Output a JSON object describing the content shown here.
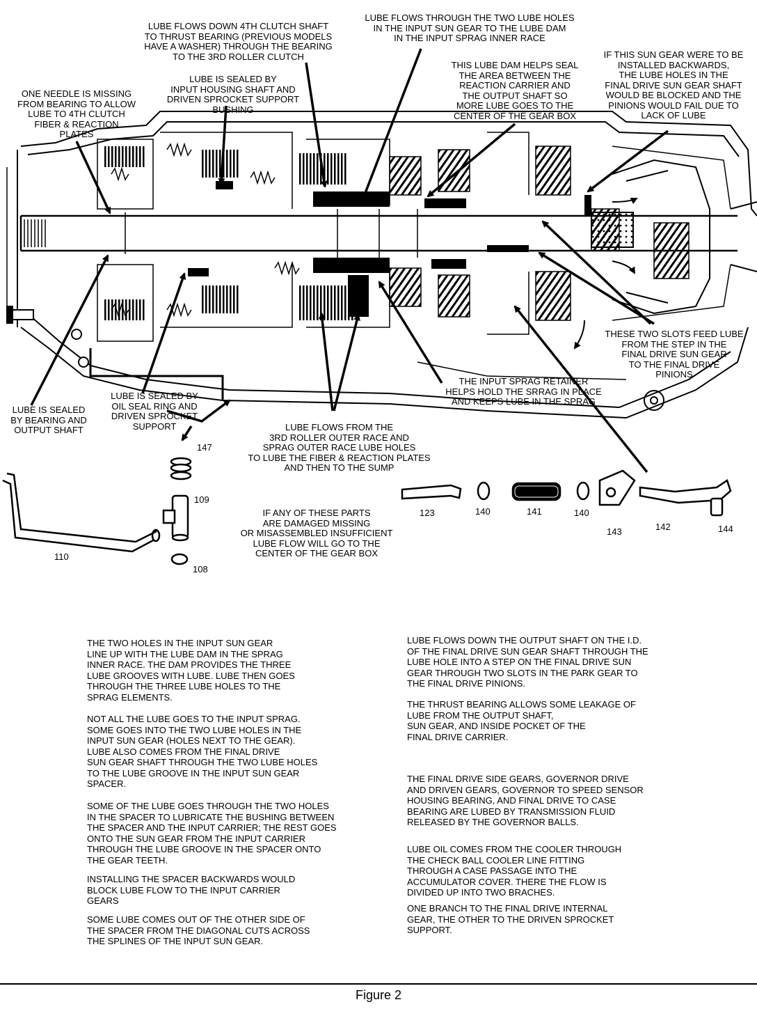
{
  "callouts": {
    "lube_4th_clutch_shaft": "LUBE FLOWS DOWN 4TH CLUTCH SHAFT\nTO THRUST BEARING (PREVIOUS MODELS\nHAVE A WASHER) THROUGH THE BEARING\nTO THE 3RD ROLLER CLUTCH",
    "lube_input_sun_gear": "LUBE FLOWS THROUGH THE TWO LUBE HOLES\nIN THE INPUT SUN GEAR TO THE LUBE DAM\nIN THE INPUT SPRAG INNER RACE",
    "sun_gear_backwards": "IF THIS SUN GEAR WERE TO BE\nINSTALLED BACKWARDS,\nTHE LUBE HOLES IN THE\nFINAL DRIVE SUN GEAR SHAFT\nWOULD BE BLOCKED AND THE\nPINIONS WOULD FAIL DUE TO\nLACK OF LUBE",
    "lube_dam_seal": "THIS LUBE DAM HELPS SEAL\nTHE AREA BETWEEN THE\nREACTION CARRIER AND\nTHE OUTPUT SHAFT SO\nMORE LUBE GOES TO THE\nCENTER OF THE GEAR BOX",
    "lube_sealed_input_housing": "LUBE IS SEALED BY\nINPUT HOUSING SHAFT AND\nDRIVEN SPROCKET SUPPORT\nBUSHING",
    "needle_missing": "ONE NEEDLE IS MISSING\nFROM BEARING TO ALLOW\nLUBE TO 4TH CLUTCH\nFIBER & REACTION\nPLATES",
    "two_slots_feed": "THESE TWO SLOTS FEED LUBE\nFROM THE STEP IN THE\nFINAL DRIVE SUN GEAR\nTO THE FINAL DRIVE\nPINIONS",
    "sprag_retainer": "THE INPUT SPRAG RETAINER\nHELPS HOLD THE SRRAG IN PLACE\nAND KEEPS LUBE IN THE SPRAG",
    "lube_sealed_bearing": "LUBE IS SEALED\nBY BEARING AND\nOUTPUT SHAFT",
    "lube_sealed_oil_seal": "LUBE IS SEALED BY\nOIL SEAL RING AND\nDRIVEN SPROCKET\nSUPPORT",
    "lube_3rd_roller": "LUBE FLOWS FROM THE\n3RD ROLLER OUTER RACE AND\nSPRAG OUTER RACE LUBE HOLES\nTO LUBE THE FIBER & REACTION PLATES\nAND THEN TO THE SUMP",
    "parts_damaged": "IF ANY OF THESE PARTS\nARE DAMAGED MISSING\nOR MISASSEMBLED INSUFFICIENT\nLUBE FLOW WILL GO TO THE\nCENTER OF THE GEAR BOX"
  },
  "part_numbers": {
    "p147": "147",
    "p109": "109",
    "p110": "110",
    "p108": "108",
    "p123": "123",
    "p140a": "140",
    "p141": "141",
    "p140b": "140",
    "p143": "143",
    "p142": "142",
    "p144": "144"
  },
  "left_column": [
    "THE TWO HOLES IN THE INPUT SUN GEAR\nLINE UP WITH THE LUBE DAM IN THE SPRAG\nINNER RACE. THE DAM PROVIDES THE THREE\nLUBE GROOVES WITH LUBE. LUBE THEN GOES\nTHROUGH THE THREE LUBE HOLES TO THE\nSPRAG ELEMENTS.",
    "NOT ALL THE LUBE GOES TO THE INPUT SPRAG.\nSOME GOES INTO THE TWO LUBE HOLES IN THE\nINPUT SUN GEAR (HOLES NEXT TO THE GEAR).\nLUBE ALSO COMES FROM THE FINAL DRIVE\nSUN GEAR SHAFT THROUGH THE TWO LUBE HOLES\nTO THE LUBE GROOVE IN THE INPUT SUN GEAR\nSPACER.",
    "SOME OF THE LUBE GOES THROUGH THE TWO HOLES\nIN THE SPACER TO LUBRICATE THE BUSHING BETWEEN\nTHE SPACER AND THE INPUT CARRIER; THE REST GOES\nONTO THE SUN GEAR FROM THE INPUT CARRIER\nTHROUGH THE LUBE GROOVE IN THE SPACER ONTO\nTHE GEAR TEETH.",
    "INSTALLING THE SPACER BACKWARDS WOULD\nBLOCK LUBE FLOW TO THE INPUT CARRIER\nGEARS",
    "SOME LUBE COMES OUT OF THE OTHER SIDE OF\nTHE SPACER FROM THE DIAGONAL CUTS ACROSS\nTHE SPLINES OF THE INPUT SUN GEAR."
  ],
  "right_column": [
    "LUBE FLOWS DOWN THE OUTPUT SHAFT ON THE I.D.\nOF THE FINAL DRIVE SUN GEAR SHAFT THROUGH THE\nLUBE HOLE INTO A STEP ON THE FINAL DRIVE SUN\nGEAR THROUGH TWO SLOTS IN THE PARK GEAR TO\nTHE FINAL DRIVE PINIONS.",
    "THE THRUST BEARING ALLOWS SOME LEAKAGE OF\nLUBE FROM THE OUTPUT SHAFT,\nSUN GEAR, AND INSIDE POCKET OF THE\nFINAL DRIVE CARRIER.",
    "THE FINAL DRIVE SIDE GEARS, GOVERNOR DRIVE\nAND DRIVEN GEARS, GOVERNOR TO SPEED SENSOR\nHOUSING BEARING, AND FINAL DRIVE TO CASE\nBEARING ARE LUBED BY TRANSMISSION FLUID\nRELEASED BY THE GOVERNOR BALLS.",
    "LUBE OIL COMES FROM THE COOLER THROUGH\nTHE CHECK BALL COOLER LINE FITTING\nTHROUGH A CASE PASSAGE INTO THE\nACCUMULATOR COVER. THERE THE FLOW IS\nDIVIDED UP INTO TWO BRACHES.",
    "ONE BRANCH TO THE FINAL DRIVE INTERNAL\nGEAR, THE OTHER TO THE DRIVEN SPROCKET\nSUPPORT."
  ],
  "caption": "Figure 2"
}
